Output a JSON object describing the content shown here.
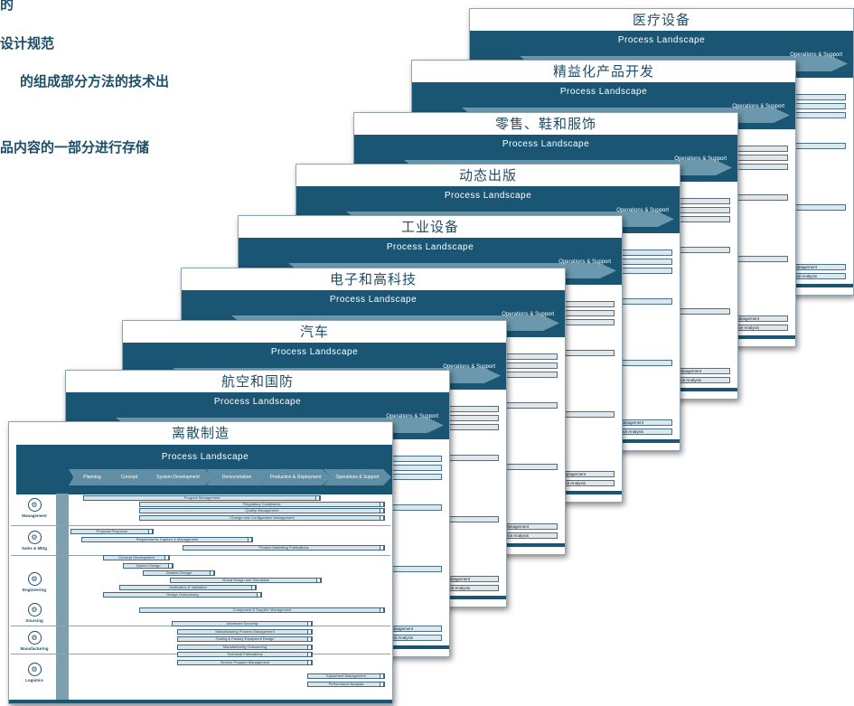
{
  "page_intro": {
    "line1": "的",
    "line2": "设计规范",
    "line3": "的组成部分方法的技术出",
    "line4": "品内容的一部分进行存储"
  },
  "stack": [
    {
      "title": "医疗设备"
    },
    {
      "title": "精益化产品开发"
    },
    {
      "title": "零售、鞋和服饰"
    },
    {
      "title": "动态出版"
    },
    {
      "title": "工业设备"
    },
    {
      "title": "电子和高科技"
    },
    {
      "title": "汽车"
    },
    {
      "title": "航空和国防"
    }
  ],
  "front": {
    "title": "离散制造",
    "landscape": "Process Landscape",
    "phases": [
      "Planning",
      "Concept",
      "System Development",
      "Demonstration",
      "Production & Deployment",
      "Operations & Support"
    ],
    "functions": [
      "Management",
      "Sales & Mktg",
      "Engineering",
      "Sourcing",
      "Manufacturing",
      "Logistics"
    ],
    "bars": [
      "Program Management",
      "Regulatory Compliance",
      "Quality Management",
      "Change and Configuration Management",
      "Proposal Response",
      "Requirements Capture & Management",
      "Product Marketing Publications",
      "Concept Development",
      "System Design",
      "Detailed Design",
      "Virtual Design and Simulation",
      "Verification & Validation",
      "Design Outsourcing",
      "Component & Supplier Management",
      "Advanced Sourcing",
      "Manufacturing Process Management",
      "Tooling & Factory Equipment Design",
      "Manufacturing Outsourcing",
      "Technical Publications",
      "Service Program Management",
      "Equipment Management",
      "Performance Analysis"
    ]
  },
  "back_peek": {
    "ops_phase": "Operations & Support",
    "bar_a": "Equipment Management",
    "bar_b": "Performance Analysis"
  }
}
